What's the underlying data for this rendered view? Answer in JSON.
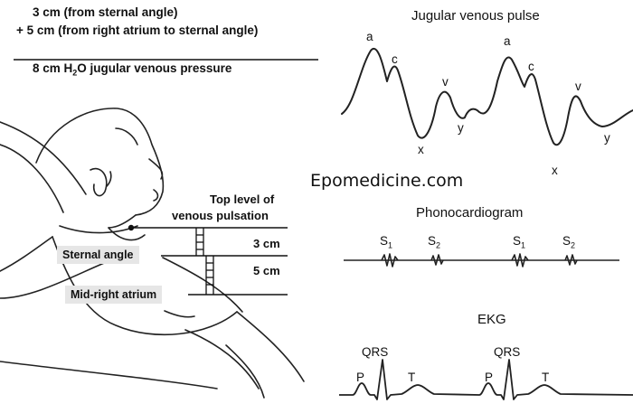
{
  "calc": {
    "line1": "3 cm (from sternal angle)",
    "line2": "+ 5 cm (from right  atrium   to sternal angle)",
    "line3_pre": "8 cm H",
    "line3_sub": "2",
    "line3_post": "O jugular venous pressure"
  },
  "watermark": "Epomedicine.com",
  "jvp": {
    "title": "Jugular venous pulse",
    "labels": [
      "a",
      "c",
      "v",
      "y",
      "x",
      "a",
      "c",
      "v",
      "y",
      "x"
    ]
  },
  "phono": {
    "title": "Phonocardiogram",
    "s_letter": "S",
    "s1_sub": "1",
    "s2_sub": "2"
  },
  "ekg": {
    "title": "EKG",
    "p": "P",
    "qrs": "QRS",
    "t": "T"
  },
  "figure": {
    "top_level_line1": "Top level of",
    "top_level_line2": "venous pulsation",
    "measure_upper": "3 cm",
    "measure_lower": "5 cm",
    "sternal_angle": "Sternal angle",
    "mid_right_atrium": "Mid-right atrium"
  }
}
